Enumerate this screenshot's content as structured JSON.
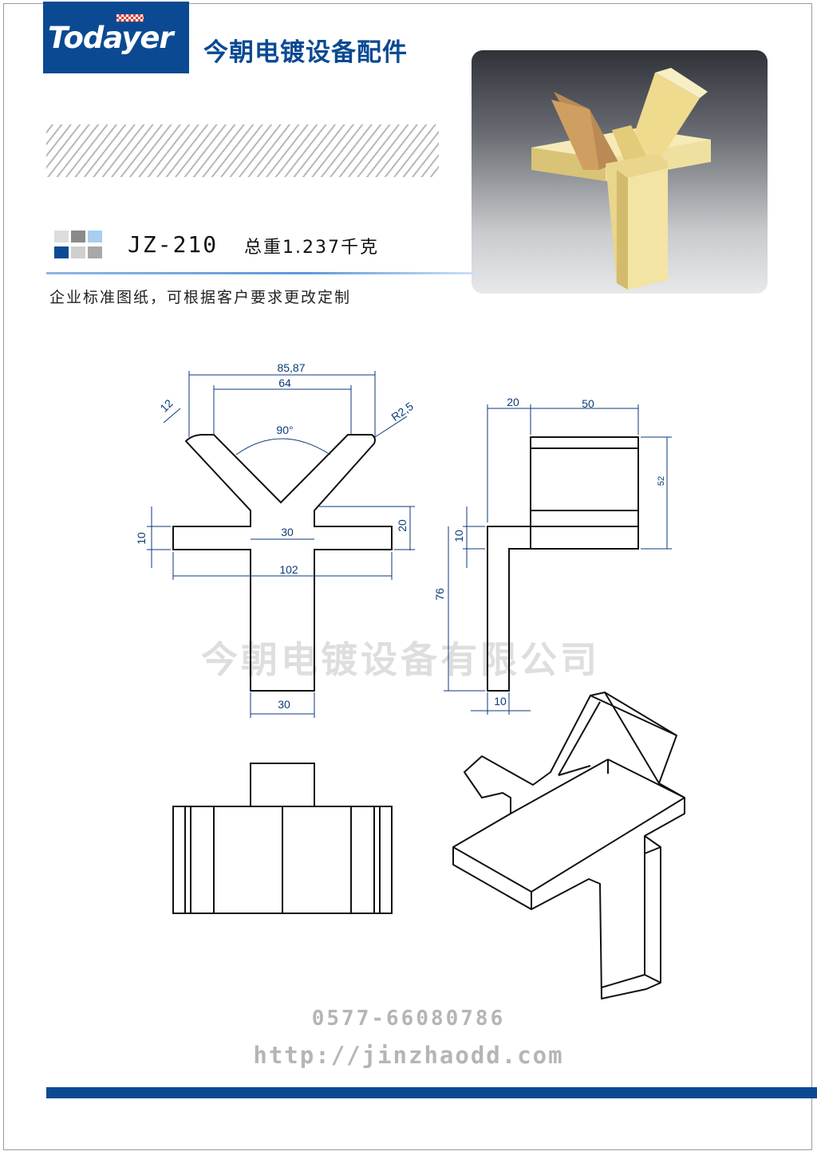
{
  "header": {
    "logo_text": "Todayer",
    "title": "今朝电镀设备配件"
  },
  "product": {
    "model": "JZ-210",
    "weight": "总重1.237千克",
    "description": "企业标准图纸，可根据客户要求更改定制"
  },
  "drawing": {
    "watermark": "今朝电镀设备有限公司",
    "front_view": {
      "dim_outer_width": "85,87",
      "dim_inner_width": "64",
      "dim_arm_width": "12",
      "dim_radius": "R2,5",
      "dim_angle": "90°",
      "dim_bar_thickness": "10",
      "dim_neck_width": "30",
      "dim_neck_height": "20",
      "dim_bar_length": "102",
      "dim_leg_width": "30"
    },
    "side_view": {
      "dim_offset": "20",
      "dim_top_width": "50",
      "dim_height": "52",
      "dim_plate": "10",
      "dim_leg_length": "76",
      "dim_leg_width": "10"
    }
  },
  "contact": {
    "phone": "0577-66080786",
    "url": "http://jinzhaodd.com"
  },
  "colors": {
    "brand_blue": "#0b4a93",
    "dimension_blue": "#0b3a78",
    "brass": "#e6d27a"
  }
}
